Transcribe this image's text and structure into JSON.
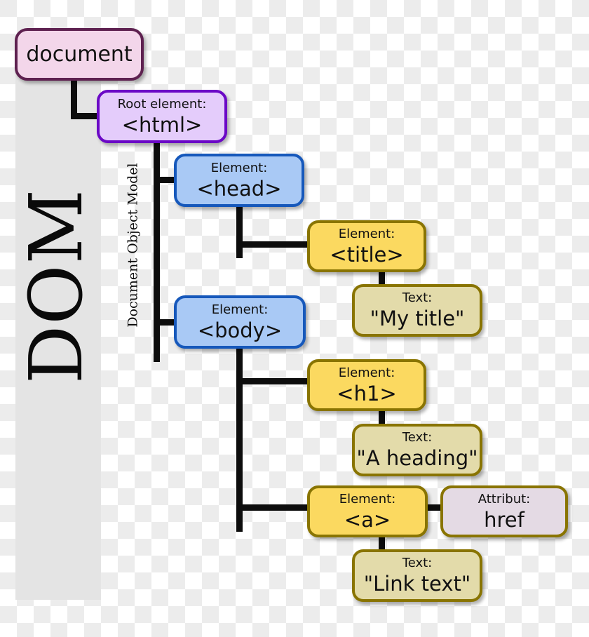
{
  "diagram": {
    "title": "DOM",
    "sidebar": {
      "acronym": "DOM",
      "expansion": "Document Object Model"
    },
    "nodes": {
      "document": {
        "kind": "",
        "value": "document"
      },
      "html": {
        "kind": "Root element:",
        "value": "<html>"
      },
      "head": {
        "kind": "Element:",
        "value": "<head>"
      },
      "title": {
        "kind": "Element:",
        "value": "<title>"
      },
      "title_text": {
        "kind": "Text:",
        "value": "\"My title\""
      },
      "body": {
        "kind": "Element:",
        "value": "<body>"
      },
      "h1": {
        "kind": "Element:",
        "value": "<h1>"
      },
      "h1_text": {
        "kind": "Text:",
        "value": "\"A heading\""
      },
      "a": {
        "kind": "Element:",
        "value": "<a>"
      },
      "href": {
        "kind": "Attribut:",
        "value": "href"
      },
      "a_text": {
        "kind": "Text:",
        "value": "\"Link text\""
      }
    },
    "colors": {
      "document_fill": "#f3d6ea",
      "document_border": "#5e2150",
      "html_fill": "#e4ccfb",
      "html_border": "#6b08c6",
      "element_fill": "#a9c9f5",
      "element_border": "#1658bb",
      "yellow_fill": "#fbd960",
      "yellow_border": "#897401",
      "text_fill": "#e3dbaa",
      "attr_fill": "#e4dae4",
      "band_fill": "#e4e4e4",
      "connector": "#0d0d0d"
    }
  }
}
